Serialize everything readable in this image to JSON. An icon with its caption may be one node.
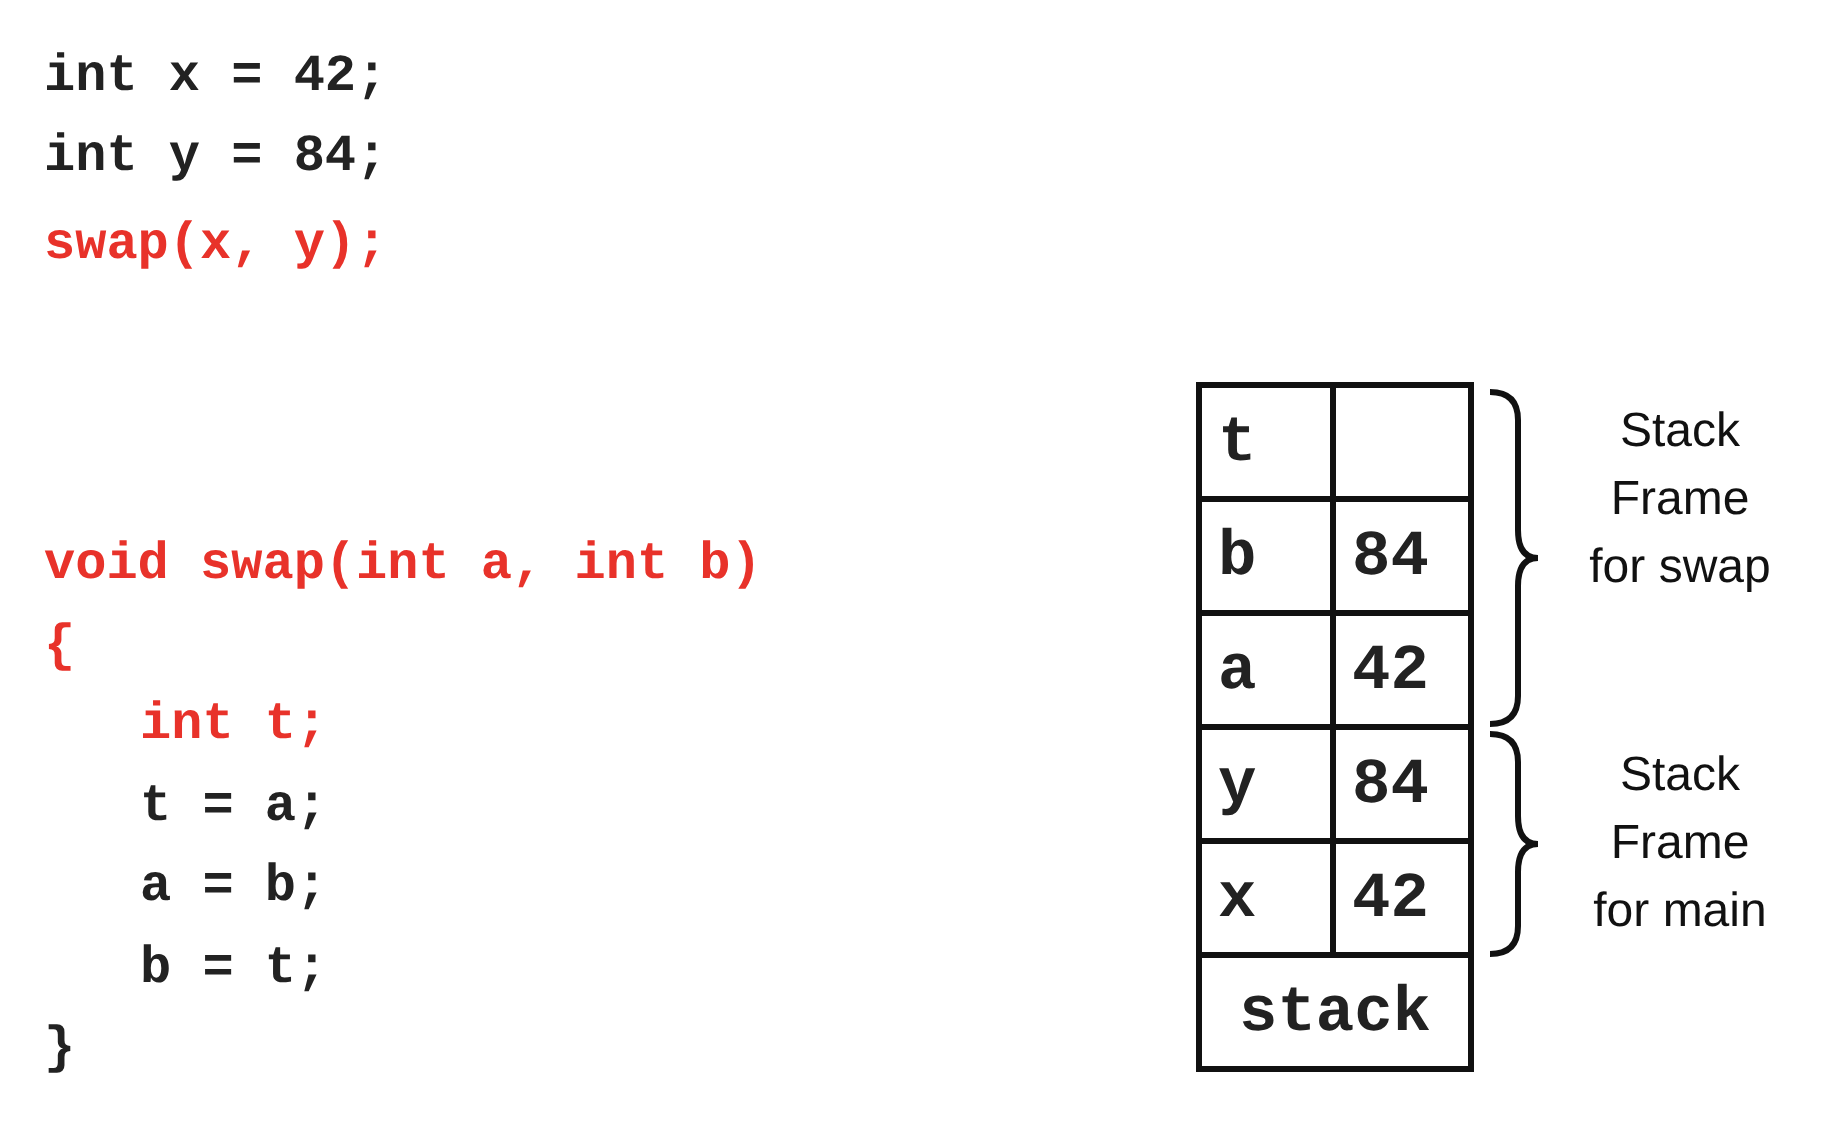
{
  "diagram": {
    "nodes": [
      {
        "text": [
          "t"
        ]
      },
      {
        "text": [],
        "shape": "box"
      },
      {
        "text": [
          "b"
        ]
      },
      {
        "text": [
          "84"
        ]
      },
      {
        "text": [
          "a"
        ]
      },
      {
        "text": [
          "42"
        ]
      },
      {
        "text": [
          "y"
        ]
      },
      {
        "text": [
          "84"
        ]
      },
      {
        "text": [
          "x"
        ]
      },
      {
        "text": [
          "42"
        ]
      },
      {
        "text": [
          "stack"
        ]
      }
    ],
    "labels": [
      "int x = 42;",
      "int y = 84;",
      "swap(x, y);",
      "void swap(int a, int b)",
      "{",
      "int t;",
      "t = a;",
      "a = b;",
      "b = t;",
      "}",
      "Stack Frame for swap",
      "Stack Frame for main"
    ]
  }
}
